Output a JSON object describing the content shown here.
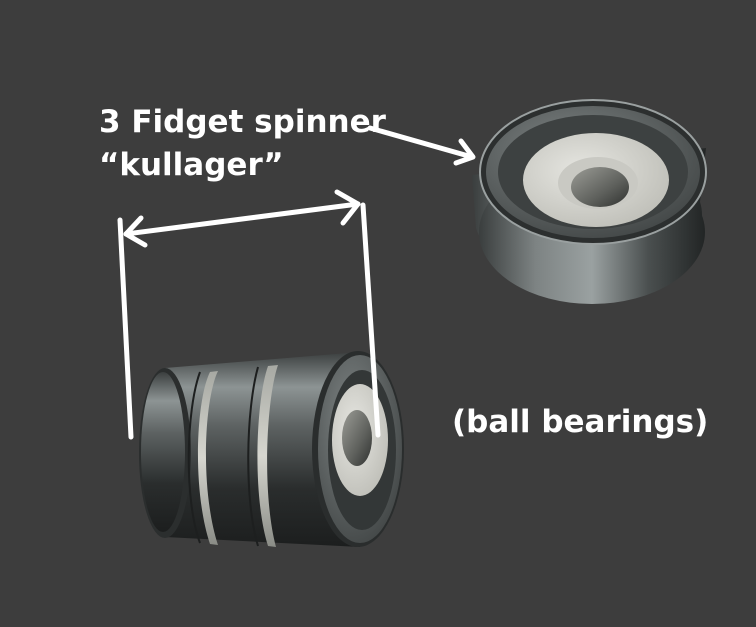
{
  "annotation": {
    "title_line_1": "3 Fidget spinner",
    "title_line_2": "“kullager”",
    "note": "(ball bearings)"
  },
  "colors": {
    "background": "#3d3d3d",
    "annotation": "#ffffff",
    "steel_dark": "#1c1e1e",
    "steel_mid": "#5d6262",
    "steel_light": "#8d9494",
    "shield_light": "#dcdcd7"
  },
  "objects": {
    "bearing_count_stacked": 3,
    "bearing_count_single": 1
  }
}
